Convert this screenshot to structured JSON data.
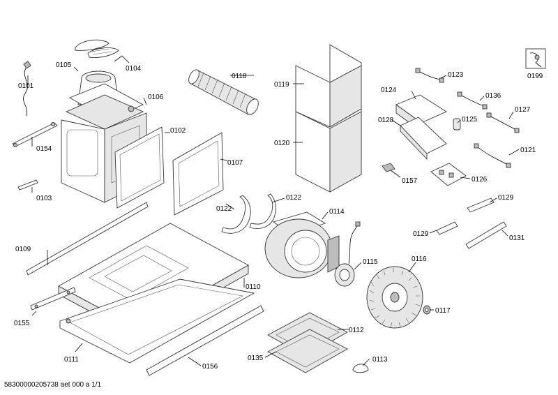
{
  "footer": {
    "doc_id": "58300000205738 aet 000 a 1/1"
  },
  "labels": {
    "p0101": "0101",
    "p0102": "0102",
    "p0103": "0103",
    "p0104": "0104",
    "p0105": "0105",
    "p0106": "0106",
    "p0107": "0107",
    "p0109": "0109",
    "p0110": "0110",
    "p0111": "0111",
    "p0112": "0112",
    "p0113": "0113",
    "p0114": "0114",
    "p0115": "0115",
    "p0116": "0116",
    "p0117": "0117",
    "p0118": "0118",
    "p0119": "0119",
    "p0120": "0120",
    "p0121": "0121",
    "p0122a": "0122",
    "p0122b": "0122",
    "p0123": "0123",
    "p0124": "0124",
    "p0125": "0125",
    "p0126": "0126",
    "p0127": "0127",
    "p0128": "0128",
    "p0129a": "0129",
    "p0129b": "0129",
    "p0131": "0131",
    "p0135": "0135",
    "p0136": "0136",
    "p0154": "0154",
    "p0155": "0155",
    "p0156": "0156",
    "p0157": "0157",
    "p0199": "0199"
  },
  "icons": {
    "service_tool": "wrench-icon"
  }
}
